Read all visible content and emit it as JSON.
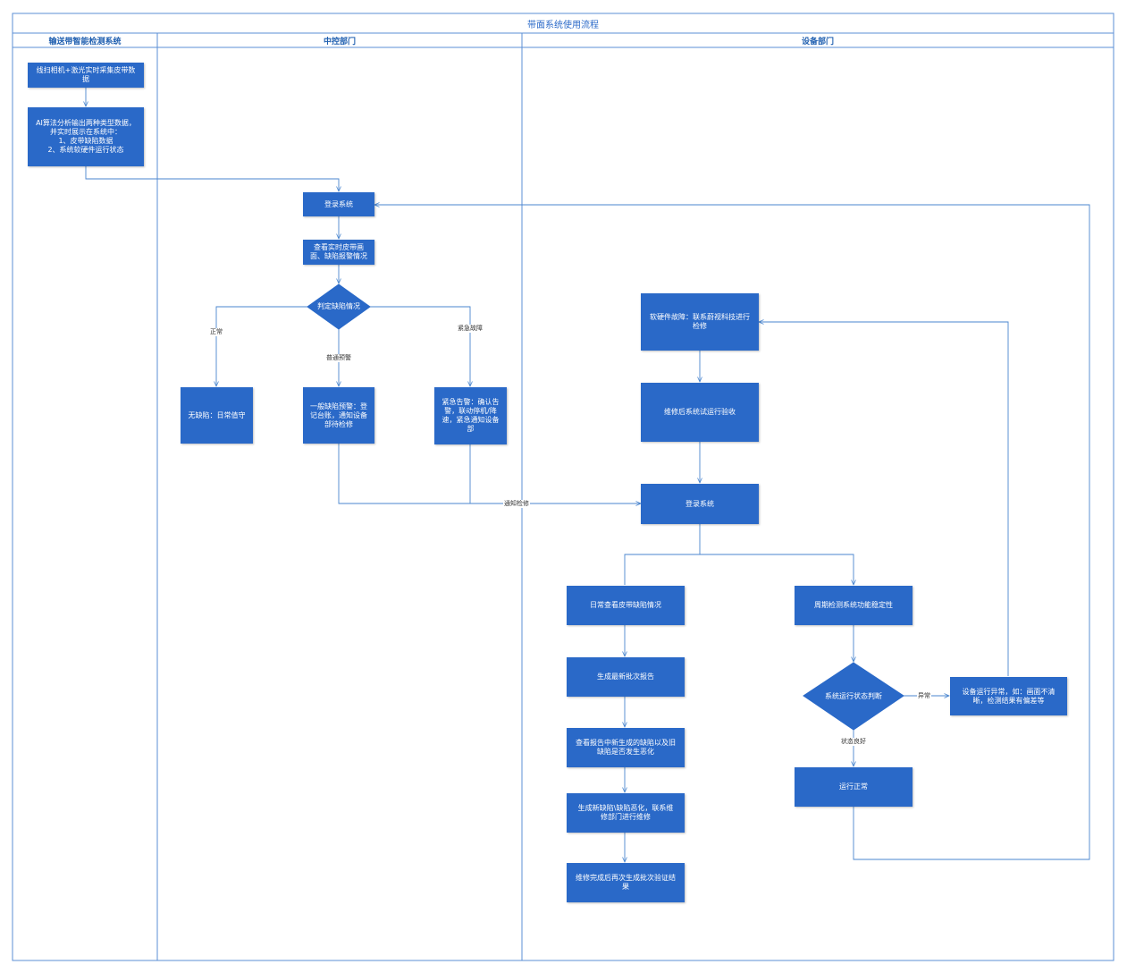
{
  "diagram": {
    "title": "带面系统使用流程",
    "lanes": [
      "输送带智能检测系统",
      "中控部门",
      "设备部门"
    ],
    "nodes": {
      "collect": "线扫相机+激光实时采集皮带数\n据",
      "ai": "AI算法分析输出两种类型数据，\n并实时展示在系统中：\n1、皮带缺陷数据\n2、系统软硬件运行状态",
      "login1": "登录系统",
      "view": "查看实时皮带画\n面、缺陷报警情况",
      "judge": "判定缺陷情况",
      "nodefect": "无缺陷：日常值守",
      "general": "一般缺陷预警：登\n记台账，通知设备\n部待检修",
      "urgent": "紧急告警：确认告\n警，联动停机/降\n速，紧急通知设备\n部",
      "hwfault": "软硬件故障：联系蔚视科技进行\n检修",
      "acceptance": "维修后系统试运行验收",
      "login2": "登录系统",
      "daily": "日常查看皮带缺陷情况",
      "periodic": "周期检测系统功能稳定性",
      "report": "生成最新批次报告",
      "compare": "查看报告中新生成的缺陷以及旧\n缺陷是否发生恶化",
      "repair": "生成新缺陷\\缺陷恶化，联系维\n修部门进行维修",
      "verify": "维修完成后再次生成批次验证结\n果",
      "statejudge": "系统运行状态判断",
      "abnormal": "设备运行异常，如：画面不清\n晰，检测结果有偏差等",
      "running": "运行正常"
    },
    "edge_labels": {
      "normal": "正常",
      "warning": "普通预警",
      "emergency": "紧急故障",
      "notify": "通知检修",
      "exception": "异常",
      "good": "状态良好"
    }
  },
  "colors": {
    "node_fill": "#2a69c8",
    "line": "#4a86cf",
    "lane_border": "#5b8fd6",
    "title": "#2a69c8"
  }
}
